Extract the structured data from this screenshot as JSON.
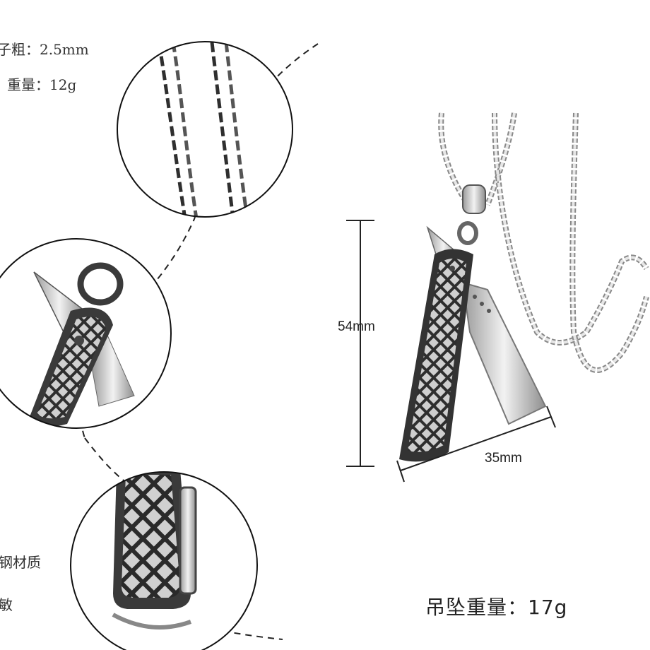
{
  "labels": {
    "chain_thickness": "子粗：2.5mm",
    "chain_weight": "重量：12g",
    "material": "钢材质",
    "allergy": "敏",
    "height_dim": "54mm",
    "width_dim": "35mm",
    "pendant_weight": "吊坠重量：17g",
    "footer_note": ""
  },
  "colors": {
    "background": "#ffffff",
    "metal_light": "#d9d9d9",
    "metal_dark": "#3a3a3a",
    "guide_line": "#222222",
    "footer_red": "#e23a3a"
  }
}
